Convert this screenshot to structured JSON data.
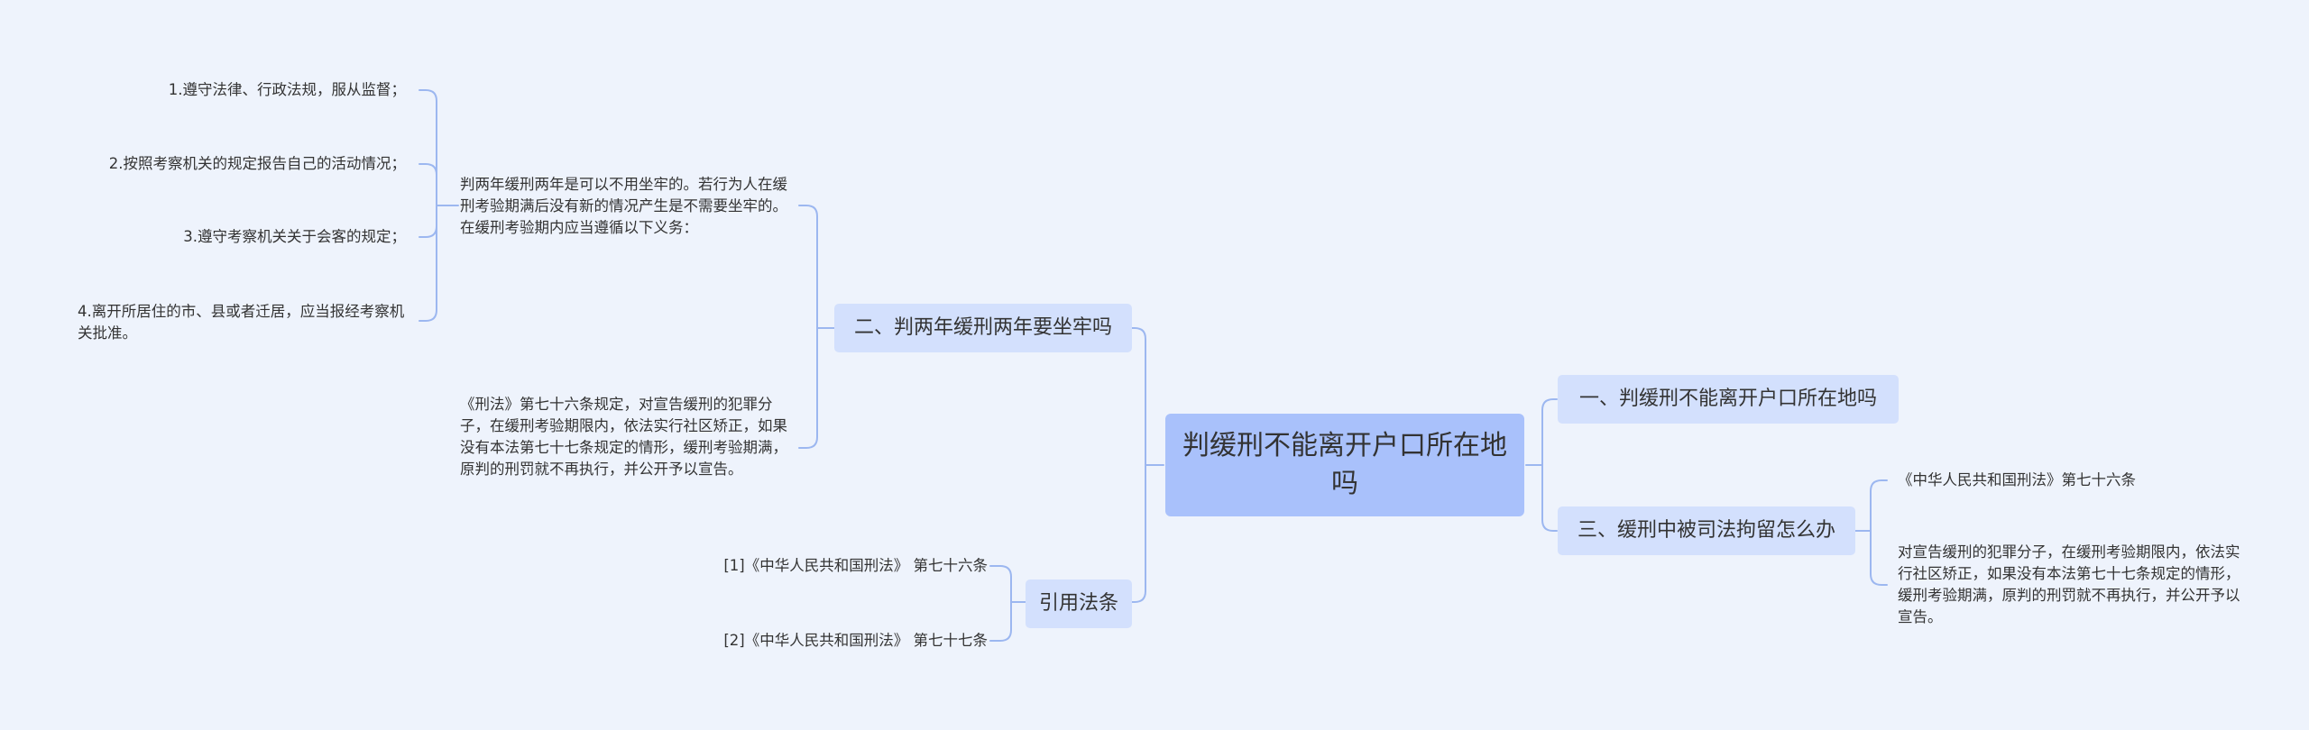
{
  "root": {
    "title": "判缓刑不能离开户口所在地吗"
  },
  "branches": {
    "b1": {
      "label": "一、判缓刑不能离开户口所在地吗"
    },
    "b2": {
      "label": "二、判两年缓刑两年要坐牢吗",
      "intro": "判两年缓刑两年是可以不用坐牢的。若行为人在缓刑考验期满后没有新的情况产生是不需要坐牢的。在缓刑考验期内应当遵循以下义务：",
      "duties": [
        "1.遵守法律、行政法规，服从监督；",
        "2.按照考察机关的规定报告自己的活动情况；",
        "3.遵守考察机关关于会客的规定；",
        "4.离开所居住的市、县或者迁居，应当报经考察机关批准。"
      ],
      "law_note": "《刑法》第七十六条规定，对宣告缓刑的犯罪分子，在缓刑考验期限内，依法实行社区矫正，如果没有本法第七十七条规定的情形，缓刑考验期满，原判的刑罚就不再执行，并公开予以宣告。"
    },
    "b3": {
      "label": "三、缓刑中被司法拘留怎么办",
      "source": "《中华人民共和国刑法》第七十六条",
      "detail": "对宣告缓刑的犯罪分子，在缓刑考验期限内，依法实行社区矫正，如果没有本法第七十七条规定的情形，缓刑考验期满，原判的刑罚就不再执行，并公开予以宣告。"
    },
    "b4": {
      "label": "引用法条",
      "refs": [
        "[1]《中华人民共和国刑法》 第七十六条",
        "[2]《中华人民共和国刑法》 第七十七条"
      ]
    }
  },
  "colors": {
    "background": "#eef3fc",
    "root": "#a9c1fb",
    "branch": "#d3e0fd",
    "line": "#9cb7f0"
  }
}
